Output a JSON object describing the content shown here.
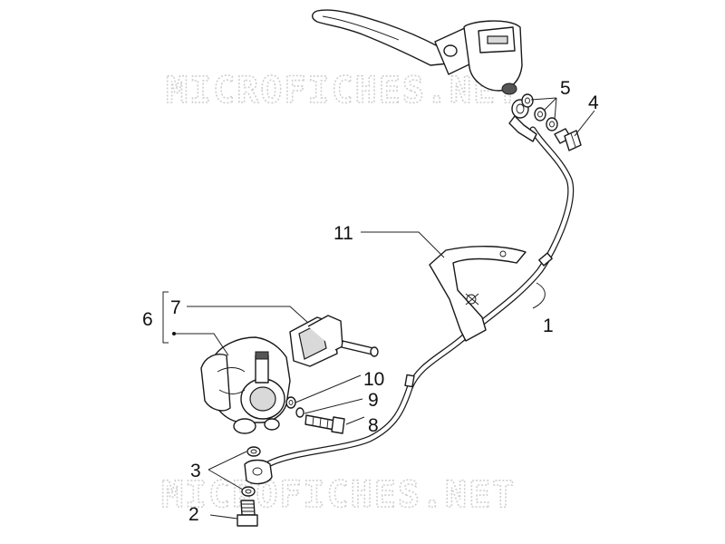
{
  "watermark": {
    "text": "MICROFICHES.NET"
  },
  "callouts": [
    {
      "id": "1",
      "label": "1"
    },
    {
      "id": "2",
      "label": "2"
    },
    {
      "id": "3",
      "label": "3"
    },
    {
      "id": "4",
      "label": "4"
    },
    {
      "id": "5",
      "label": "5"
    },
    {
      "id": "6",
      "label": "6"
    },
    {
      "id": "7",
      "label": "7"
    },
    {
      "id": "8",
      "label": "8"
    },
    {
      "id": "9",
      "label": "9"
    },
    {
      "id": "10",
      "label": "10"
    },
    {
      "id": "11",
      "label": "11"
    }
  ],
  "colors": {
    "line": "#1a1a1a",
    "watermark": "#cfcfcf",
    "background": "#ffffff"
  }
}
